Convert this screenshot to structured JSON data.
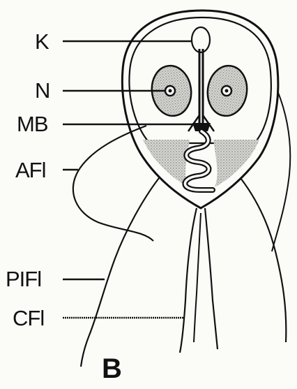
{
  "figure": {
    "label": "B"
  },
  "labels": {
    "k": "K",
    "n": "N",
    "mb": "MB",
    "afl": "AFl",
    "pifl": "PIFl",
    "cfl": "CFl"
  },
  "colors": {
    "ink": "#111111",
    "paper": "#fbfbf8",
    "stipple": "#8a8a8a"
  }
}
